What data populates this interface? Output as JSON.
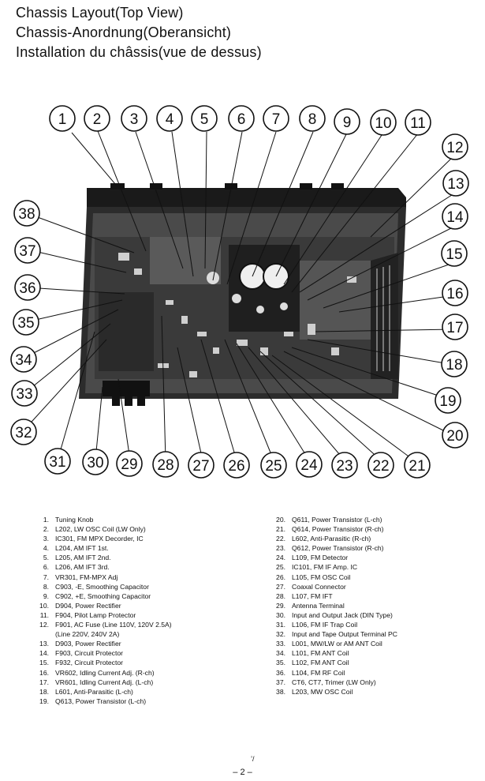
{
  "header": {
    "titles": [
      "Chassis Layout(Top View)",
      "Chassis-Anordnung(Oberansicht)",
      "Installation du châssis(vue de dessus)"
    ]
  },
  "diagram": {
    "callouts": [
      "1",
      "2",
      "3",
      "4",
      "5",
      "6",
      "7",
      "8",
      "9",
      "10",
      "11",
      "12",
      "13",
      "14",
      "15",
      "16",
      "17",
      "18",
      "19",
      "20",
      "21",
      "22",
      "23",
      "24",
      "25",
      "26",
      "27",
      "28",
      "29",
      "30",
      "31",
      "32",
      "33",
      "34",
      "35",
      "36",
      "37",
      "38"
    ]
  },
  "legend": {
    "left": [
      {
        "num": "1.",
        "text": "Tuning Knob"
      },
      {
        "num": "2.",
        "text": "L202, LW OSC Coil (LW Only)"
      },
      {
        "num": "3.",
        "text": "IC301, FM MPX Decorder, IC"
      },
      {
        "num": "4.",
        "text": "L204, AM IFT 1st."
      },
      {
        "num": "5.",
        "text": "L205, AM IFT 2nd."
      },
      {
        "num": "6.",
        "text": "L206, AM IFT 3rd."
      },
      {
        "num": "7.",
        "text": "VR301, FM-MPX Adj"
      },
      {
        "num": "8.",
        "text": "C903, -E, Smoothing Capacitor"
      },
      {
        "num": "9.",
        "text": "C902, +E, Smoothing Capacitor"
      },
      {
        "num": "10.",
        "text": "D904, Power Rectifier"
      },
      {
        "num": "11.",
        "text": "F904, Pilot Lamp Protector"
      },
      {
        "num": "12.",
        "text": "F901, AC Fuse (Line 110V, 120V 2.5A)",
        "cont": "(Line 220V, 240V 2A)"
      },
      {
        "num": "13.",
        "text": "D903, Power Rectifier"
      },
      {
        "num": "14.",
        "text": "F903, Circuit Protector"
      },
      {
        "num": "15.",
        "text": "F932, Circuit Protector"
      },
      {
        "num": "16.",
        "text": "VR602, Idling Current Adj. (R-ch)"
      },
      {
        "num": "17.",
        "text": "VR601, Idling Current Adj. (L-ch)"
      },
      {
        "num": "18.",
        "text": "L601, Anti-Parasitic (L-ch)"
      },
      {
        "num": "19.",
        "text": "Q613, Power Transistor (L-ch)"
      }
    ],
    "right": [
      {
        "num": "20.",
        "text": "Q611, Power Transistor (L-ch)"
      },
      {
        "num": "21.",
        "text": "Q614, Power Transistor (R-ch)"
      },
      {
        "num": "22.",
        "text": "L602, Anti-Parasitic (R-ch)"
      },
      {
        "num": "23.",
        "text": "Q612, Power Transistor (R-ch)"
      },
      {
        "num": "24.",
        "text": "L109, FM Detector"
      },
      {
        "num": "25.",
        "text": "IC101, FM IF Amp. IC"
      },
      {
        "num": "26.",
        "text": "L105, FM OSC Coil"
      },
      {
        "num": "27.",
        "text": "Coaxal Connector"
      },
      {
        "num": "28.",
        "text": "L107, FM IFT"
      },
      {
        "num": "29.",
        "text": "Antenna Terminal"
      },
      {
        "num": "30.",
        "text": "Input and Output Jack (DIN Type)"
      },
      {
        "num": "31.",
        "text": "L106, FM IF Trap Coil"
      },
      {
        "num": "32.",
        "text": "Input and Tape Output Terminal PC"
      },
      {
        "num": "33.",
        "text": "L001, MW/LW or AM ANT Coil"
      },
      {
        "num": "34.",
        "text": "L101, FM ANT Coil"
      },
      {
        "num": "35.",
        "text": "L102, FM ANT Coil"
      },
      {
        "num": "36.",
        "text": "L104, FM RF Coil"
      },
      {
        "num": "37.",
        "text": "CT6, CT7, Trimer (LW Only)"
      },
      {
        "num": "38.",
        "text": "L203, MW OSC Coil"
      }
    ]
  },
  "footer": {
    "mark": "’/",
    "page": "– 2 –"
  }
}
